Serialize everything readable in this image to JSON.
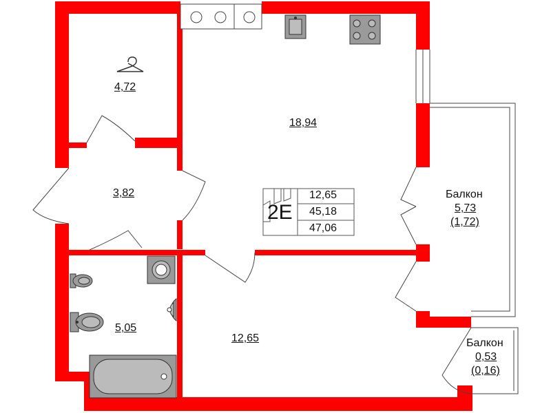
{
  "plan": {
    "apartment_type": "2E",
    "summary": {
      "area1": "12,65",
      "area2": "45,18",
      "area3": "47,06"
    },
    "rooms": {
      "wardrobe": "4,72",
      "hall": "3,82",
      "kitchen_living": "18,94",
      "bedroom": "12,65",
      "bathroom": "5,05"
    },
    "balcony_large": {
      "label": "Балкон",
      "area": "5,73",
      "reduced": "(1,72)"
    },
    "balcony_small": {
      "label": "Балкон",
      "area": "0,53",
      "reduced": "(0,16)"
    },
    "colors": {
      "wall": "#ff0000",
      "line": "#444444",
      "fixture": "#888888"
    },
    "icons": [
      "hanger-icon",
      "sink-icon",
      "stove-icon",
      "washing-machine-icon",
      "toilet-icon",
      "washbasin-icon",
      "bathtub-icon",
      "stove-vent-icon"
    ]
  }
}
